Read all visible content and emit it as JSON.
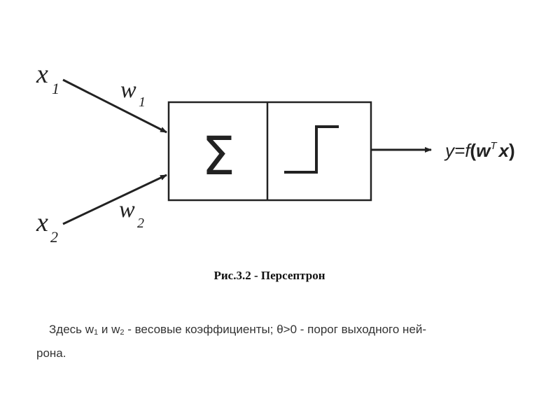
{
  "diagram": {
    "inputs": [
      {
        "var": "x",
        "sub": "1",
        "weight": "w",
        "weight_sub": "1"
      },
      {
        "var": "x",
        "sub": "2",
        "weight": "w",
        "weight_sub": "2"
      }
    ],
    "sum_symbol": "Σ",
    "output": {
      "prefix": "y=",
      "func": "f",
      "open": "(",
      "w": "w",
      "sup": "T",
      "x": "x",
      "close": ")"
    }
  },
  "caption": "Рис.3.2 - Персептрон",
  "note": {
    "part1": "Здесь w",
    "sub1": "1",
    "part2": " и w",
    "sub2": "2",
    "part3": " - весовые коэффициенты; θ>0 - порог выходного ней-",
    "line2": "рона."
  },
  "colors": {
    "stroke": "#222222"
  }
}
